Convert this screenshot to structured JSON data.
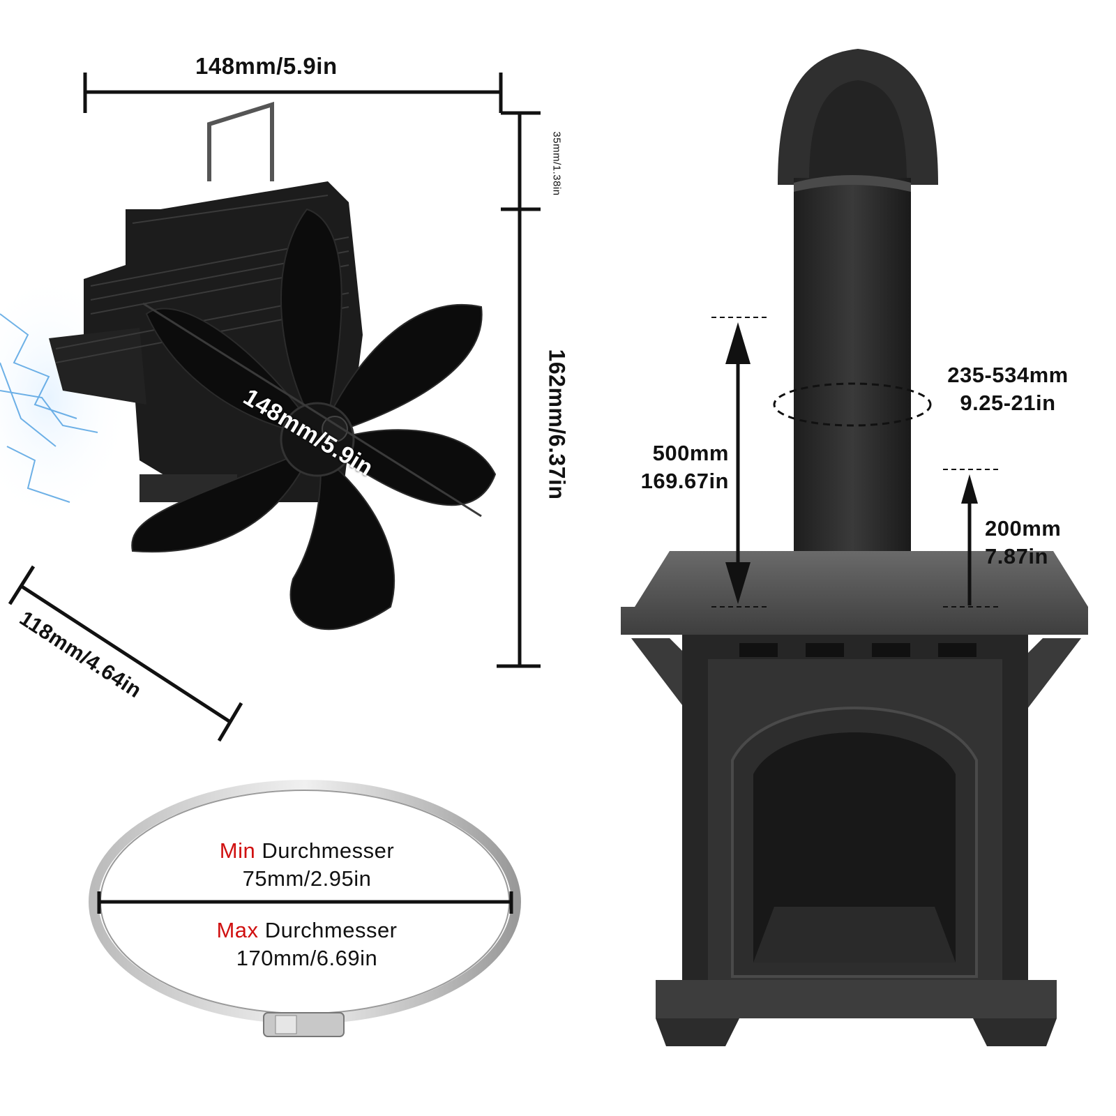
{
  "fan": {
    "width_label": "148mm/5.9in",
    "handle_height_label": "35mm/1.38in",
    "height_label": "162mm/6.37in",
    "blade_diameter_label": "148mm/5.9in",
    "depth_label": "118mm/4.64in",
    "blade_count": 6
  },
  "clamp": {
    "min_word": "Min",
    "min_suffix": "Durchmesser",
    "min_value": "75mm/2.95in",
    "max_word": "Max",
    "max_suffix": "Durchmesser",
    "max_value": "170mm/6.69in",
    "accent_color": "#d01010"
  },
  "stove": {
    "pipe_circumference_mm": "235-534mm",
    "pipe_circumference_in": "9.25-21in",
    "mount_height_mm": "500mm",
    "mount_height_in": "169.67in",
    "min_height_mm": "200mm",
    "min_height_in": "7.87in"
  }
}
